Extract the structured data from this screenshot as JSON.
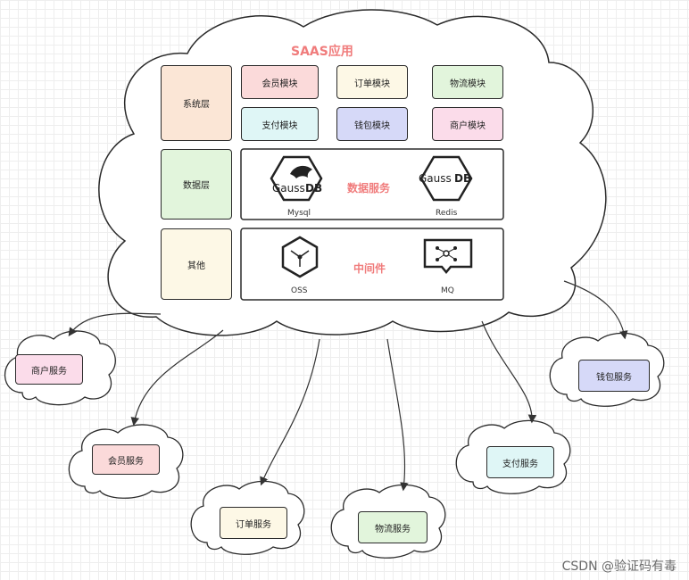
{
  "title": "SAAS应用",
  "layers": {
    "system": "系统层",
    "data": "数据层",
    "other": "其他"
  },
  "modules": [
    {
      "label": "会员模块",
      "color": "#fbdada"
    },
    {
      "label": "订单模块",
      "color": "#fdf8e6"
    },
    {
      "label": "物流模块",
      "color": "#e2f5dc"
    },
    {
      "label": "支付模块",
      "color": "#dff6f6"
    },
    {
      "label": "钱包模块",
      "color": "#d6d9f8"
    },
    {
      "label": "商户模块",
      "color": "#fbdcea"
    }
  ],
  "data_service": {
    "label": "数据服务",
    "mysql_caption": "Mysql",
    "redis_caption": "Redis",
    "logo_text_a": "Gauss",
    "logo_text_b": "DB"
  },
  "middleware": {
    "label": "中间件",
    "oss_caption": "OSS",
    "mq_caption": "MQ"
  },
  "services": {
    "merchant": {
      "label": "商户服务",
      "color": "#fbdcea"
    },
    "member": {
      "label": "会员服务",
      "color": "#fbdada"
    },
    "order": {
      "label": "订单服务",
      "color": "#fdf8e6"
    },
    "logistics": {
      "label": "物流服务",
      "color": "#e2f5dc"
    },
    "payment": {
      "label": "支付服务",
      "color": "#dff6f6"
    },
    "wallet": {
      "label": "钱包服务",
      "color": "#d6d9f8"
    }
  },
  "layer_colors": {
    "system": "#fbe6d6",
    "data": "#e2f5dc",
    "other": "#fdf8e6"
  },
  "watermark": "CSDN @验证码有毒"
}
